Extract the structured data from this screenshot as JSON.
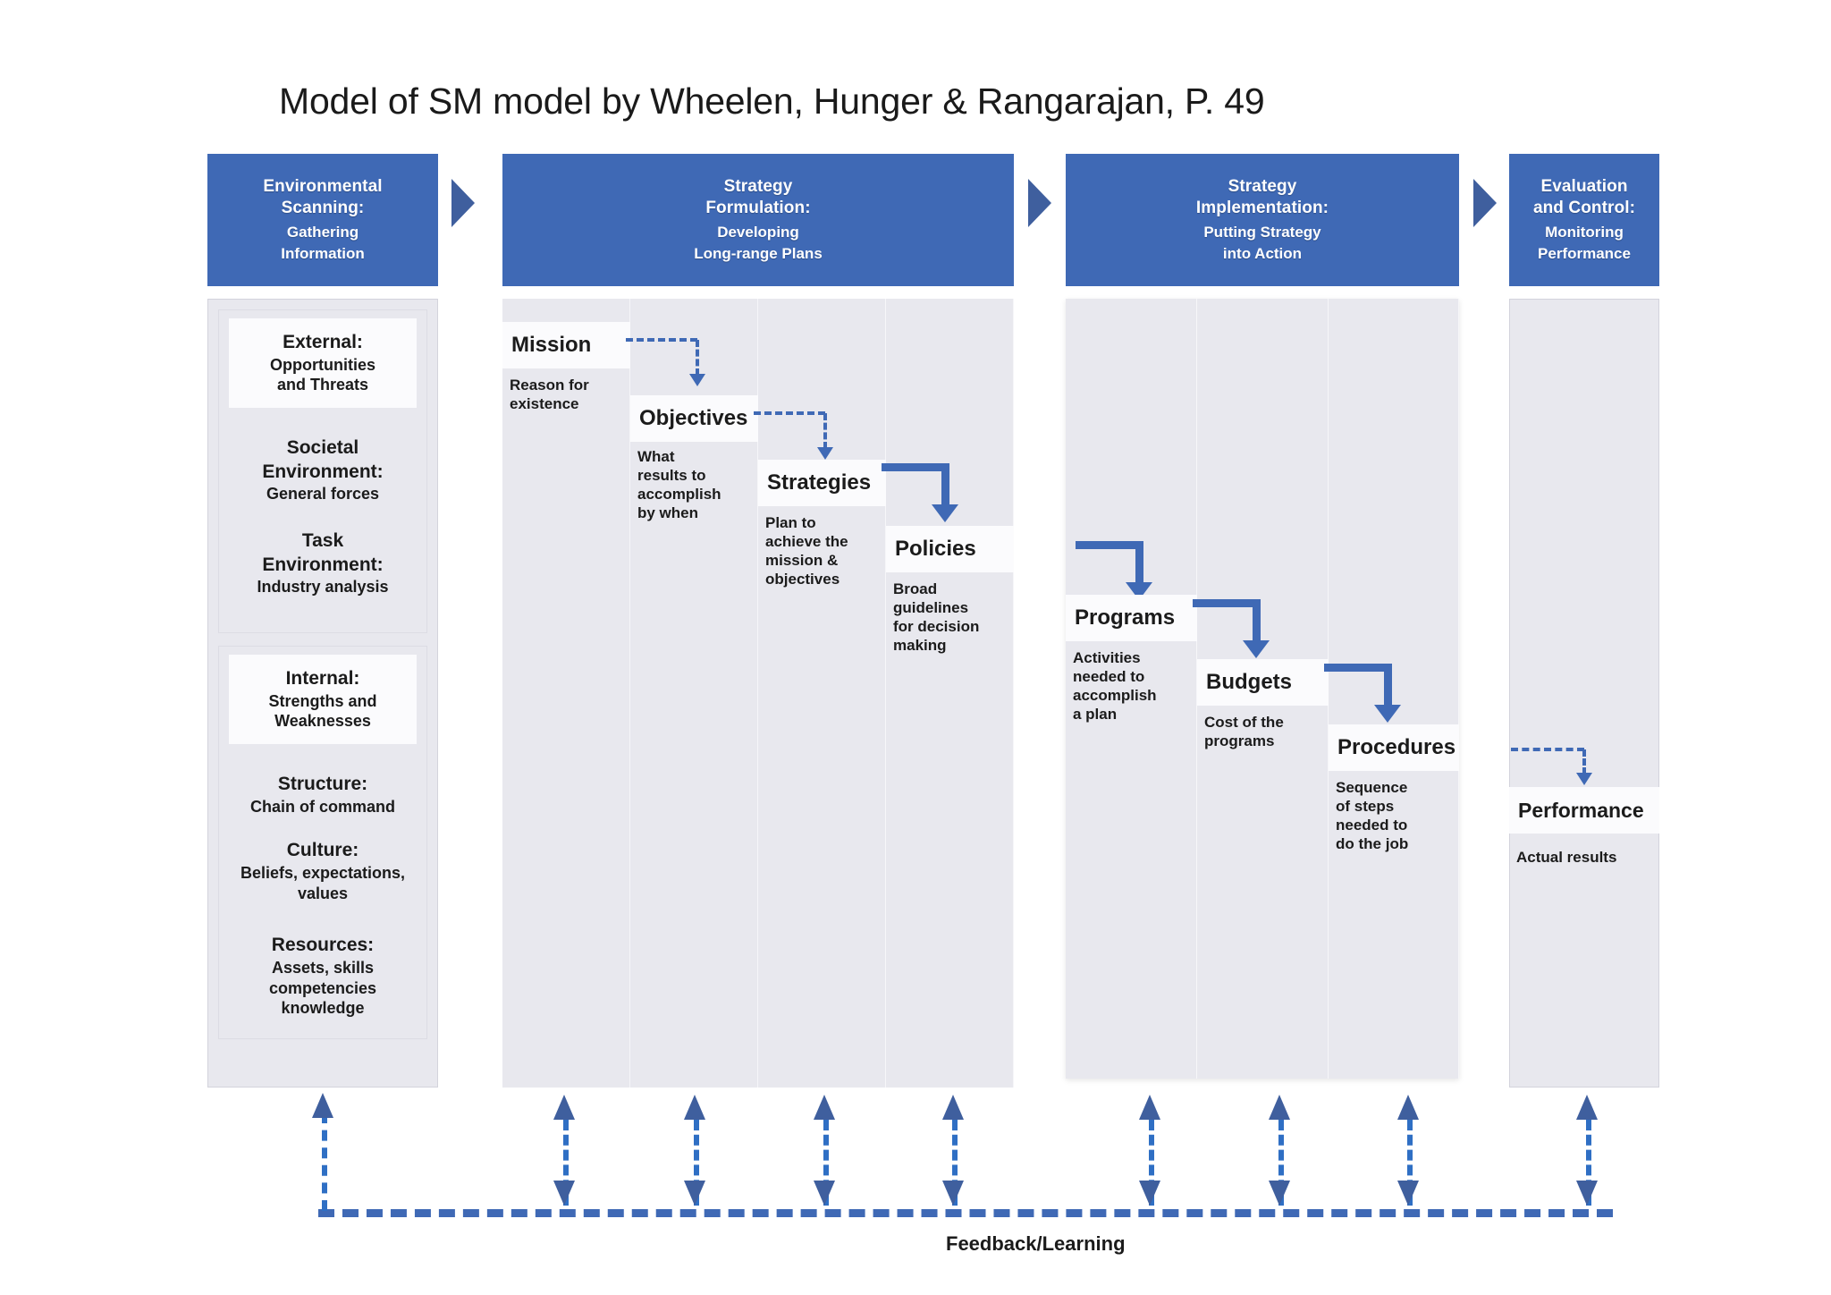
{
  "title": "Model of SM model by Wheelen, Hunger & Rangarajan, P. 49",
  "colors": {
    "header_blue": "#3f69b5",
    "arrow_blue": "#3f5f9e",
    "panel_grey": "#e8e8ee",
    "chip_white": "#fbfbfd",
    "text_dark": "#1b1b1b"
  },
  "phases": [
    {
      "id": "environmental-scanning",
      "title_line1": "Environmental",
      "title_line2": "Scanning:",
      "sub_line1": "Gathering",
      "sub_line2": "Information"
    },
    {
      "id": "strategy-formulation",
      "title_line1": "Strategy",
      "title_line2": "Formulation:",
      "sub_line1": "Developing",
      "sub_line2": "Long-range Plans"
    },
    {
      "id": "strategy-implementation",
      "title_line1": "Strategy",
      "title_line2": "Implementation:",
      "sub_line1": "Putting Strategy",
      "sub_line2": "into Action"
    },
    {
      "id": "evaluation-and-control",
      "title_line1": "Evaluation",
      "title_line2": "and Control:",
      "sub_line1": "Monitoring",
      "sub_line2": "Performance"
    }
  ],
  "scanning": {
    "external": {
      "title": "External:",
      "line1": "Opportunities",
      "line2": "and Threats"
    },
    "societal": {
      "title": "Societal",
      "line1": "Environment:",
      "line2": "General forces"
    },
    "task": {
      "title": "Task",
      "line1": "Environment:",
      "line2": "Industry analysis"
    },
    "internal": {
      "title": "Internal:",
      "line1": "Strengths and",
      "line2": "Weaknesses"
    },
    "structure": {
      "title": "Structure:",
      "line1": "Chain of command"
    },
    "culture": {
      "title": "Culture:",
      "line1": "Beliefs, expectations,",
      "line2": "values"
    },
    "resources": {
      "title": "Resources:",
      "line1": "Assets, skills",
      "line2": "competencies",
      "line3": "knowledge"
    }
  },
  "formulation": {
    "mission": {
      "label": "Mission",
      "desc_line1": "Reason for",
      "desc_line2": "existence"
    },
    "objectives": {
      "label": "Objectives",
      "desc_line1": "What",
      "desc_line2": "results to",
      "desc_line3": "accomplish",
      "desc_line4": "by when"
    },
    "strategies": {
      "label": "Strategies",
      "desc_line1": "Plan to",
      "desc_line2": "achieve the",
      "desc_line3": "mission &",
      "desc_line4": "objectives"
    },
    "policies": {
      "label": "Policies",
      "desc_line1": "Broad",
      "desc_line2": "guidelines",
      "desc_line3": "for decision",
      "desc_line4": "making"
    }
  },
  "implementation": {
    "programs": {
      "label": "Programs",
      "desc_line1": "Activities",
      "desc_line2": "needed to",
      "desc_line3": "accomplish",
      "desc_line4": "a plan"
    },
    "budgets": {
      "label": "Budgets",
      "desc_line1": "Cost of the",
      "desc_line2": "programs"
    },
    "procedures": {
      "label": "Procedures",
      "desc_line1": "Sequence",
      "desc_line2": "of steps",
      "desc_line3": "needed to",
      "desc_line4": "do the job"
    }
  },
  "evaluation": {
    "performance": {
      "label": "Performance",
      "desc_line1": "Actual results"
    }
  },
  "feedback": {
    "label": "Feedback/Learning"
  }
}
